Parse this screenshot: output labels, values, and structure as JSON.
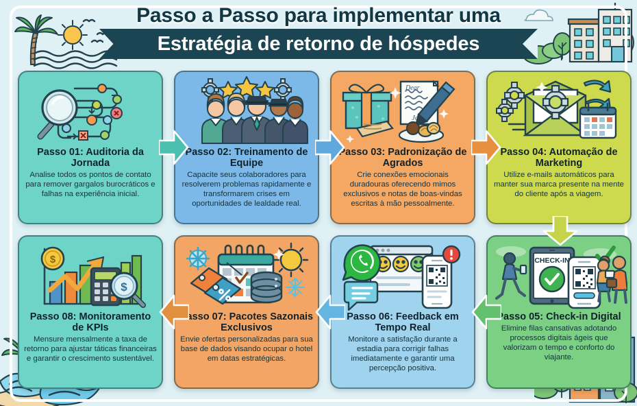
{
  "header": {
    "title_line1": "Passo a Passo para implementar uma",
    "title_line2": "Estratégia de retorno de hóspedes",
    "ribbon_color": "#1b4552",
    "background_color": "#dff1f5"
  },
  "steps": [
    {
      "id": "step-01",
      "title": "Passo 01: Auditoria da Jornada",
      "body": "Analise todos os pontos de contato para remover gargalos burocráticos e falhas na experiência inicial.",
      "color": "#6fd4c8",
      "icon": "magnifier-flowchart-icon"
    },
    {
      "id": "step-02",
      "title": "Passo 02: Treinamento de Equipe",
      "body": "Capacite seus colaboradores para resolverem problemas rapidamente e transformarem crises em oportunidades de lealdade real.",
      "color": "#7cb9e8",
      "icon": "hotel-staff-team-icon"
    },
    {
      "id": "step-03",
      "title": "Passo 03: Padronização de Agrados",
      "body": "Crie conexões emocionais duradouras oferecendo mimos exclusivos e notas de boas-vindas escritas à mão pessoalmente.",
      "color": "#f5a764",
      "icon": "gift-letter-icon"
    },
    {
      "id": "step-04",
      "title": "Passo 04: Automação de Marketing",
      "body": "Utilize e-mails automáticos para manter sua marca presente na mente do cliente após a viagem.",
      "color": "#cdda4e",
      "icon": "envelope-gears-calendar-icon"
    },
    {
      "id": "step-05",
      "title": "Passo 05: Check-in Digital",
      "body": "Elimine filas cansativas adotando processos digitais ágeis que valorizam o tempo e conforto do viajante.",
      "color": "#7bd084",
      "icon": "tablet-phone-checkin-icon",
      "art_label": "CHECK-IN"
    },
    {
      "id": "step-06",
      "title": "Passo 06: Feedback em Tempo Real",
      "body": "Monitore a satisfação durante a estadia para corrigir falhas imediatamente e garantir uma percepção positiva.",
      "color": "#9fd3ee",
      "icon": "whatsapp-emoji-feedback-icon"
    },
    {
      "id": "step-07",
      "title": "Passo 07: Pacotes Sazonais Exclusivos",
      "body": "Envie ofertas personalizadas para sua base de dados visando ocupar o hotel em datas estratégicas.",
      "color": "#f2a564",
      "icon": "calendar-tags-season-icon"
    },
    {
      "id": "step-08",
      "title": "Passo 08: Monitoramento de KPIs",
      "body": "Mensure mensalmente a taxa de retorno para ajustar táticas financeiras e garantir o crescimento sustentável.",
      "color": "#6fd4c8",
      "icon": "growth-chart-calculator-icon"
    }
  ],
  "connectors": [
    {
      "id": "arrow-1-2",
      "direction": "right",
      "color": "#4bbfb0"
    },
    {
      "id": "arrow-2-3",
      "direction": "right",
      "color": "#5fa8dd"
    },
    {
      "id": "arrow-3-4",
      "direction": "right",
      "color": "#e8903f"
    },
    {
      "id": "arrow-4-5",
      "direction": "down",
      "color": "#c5d44a"
    },
    {
      "id": "arrow-5-6",
      "direction": "left",
      "color": "#63c06f"
    },
    {
      "id": "arrow-6-7",
      "direction": "left",
      "color": "#64b5e0"
    },
    {
      "id": "arrow-7-8",
      "direction": "left",
      "color": "#e0903f"
    }
  ],
  "decorations": [
    {
      "id": "palm-tree-top-left",
      "label": "palm-tree-icon"
    },
    {
      "id": "sun-top-left",
      "label": "sun-icon"
    },
    {
      "id": "birds-top-left",
      "label": "birds-icon"
    },
    {
      "id": "ocean-waves-top-left",
      "label": "waves-icon"
    },
    {
      "id": "hotel-buildings-top-right",
      "label": "buildings-icon"
    },
    {
      "id": "clouds-top-right",
      "label": "cloud-icon"
    },
    {
      "id": "trees-top-right",
      "label": "tree-icon"
    },
    {
      "id": "palm-beach-bottom-left",
      "label": "palm-beach-icon"
    },
    {
      "id": "city-buildings-bottom-right",
      "label": "city-buildings-icon"
    }
  ]
}
